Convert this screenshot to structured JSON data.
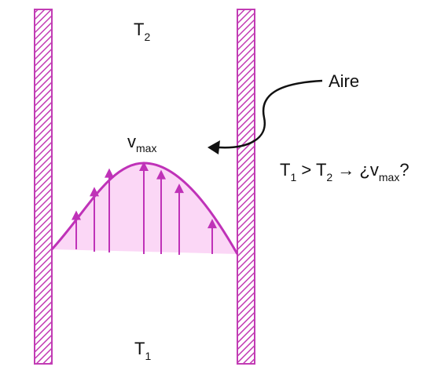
{
  "labels": {
    "t2": {
      "symbol": "T",
      "sub": "2"
    },
    "t1": {
      "symbol": "T",
      "sub": "1"
    },
    "vmax": {
      "symbol": "v",
      "sub": "max"
    },
    "aire": "Aire",
    "question": {
      "a": "T",
      "a_sub": "1",
      "gt": " > ",
      "b": "T",
      "b_sub": "2",
      "arrow": " → ",
      "open": "¿v",
      "open_sub": "max",
      "close": "?"
    }
  },
  "colors": {
    "wall": "#c23cb4",
    "profile": "#bf32b8",
    "profile_fill": "#fbd7f6",
    "text": "#111111"
  },
  "velocity_profile": {
    "arrows": [
      {
        "relative_speed": 0.42
      },
      {
        "relative_speed": 0.7
      },
      {
        "relative_speed": 0.91
      },
      {
        "relative_speed": 1.0
      },
      {
        "relative_speed": 0.91
      },
      {
        "relative_speed": 0.77
      },
      {
        "relative_speed": 0.38
      }
    ]
  }
}
